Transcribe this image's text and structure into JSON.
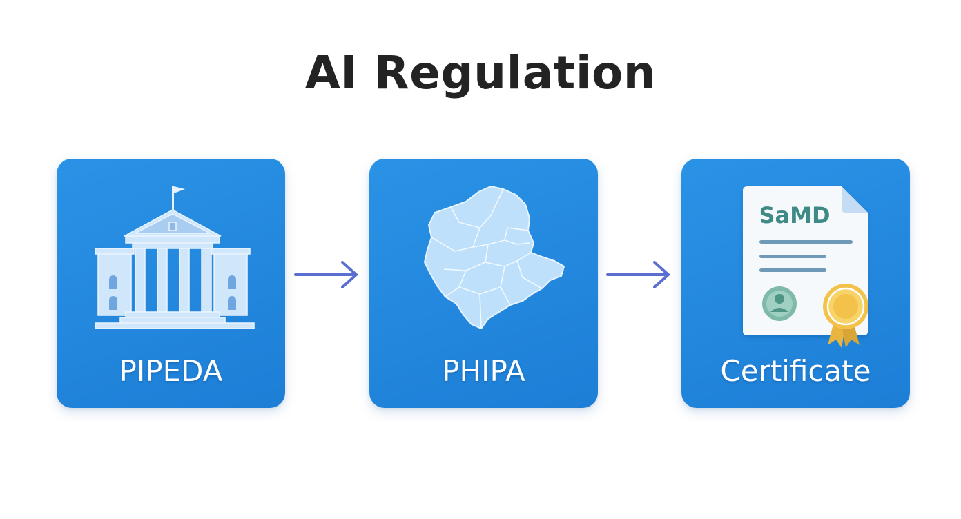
{
  "title": "AI Regulation",
  "steps": [
    {
      "label": "PIPEDA",
      "icon": "government-building-icon"
    },
    {
      "label": "PHIPA",
      "icon": "province-map-icon"
    },
    {
      "label": "Certificate",
      "icon": "certificate-document-icon",
      "document_heading": "SaMD"
    }
  ],
  "colors": {
    "card": "#2a8ae2",
    "arrow": "#5a6fd0",
    "title": "#232323",
    "icon_light": "#cfe6fb",
    "seal_gold": "#f2c24a",
    "seal_green": "#5fa898",
    "doc_text": "#3f8a86"
  }
}
